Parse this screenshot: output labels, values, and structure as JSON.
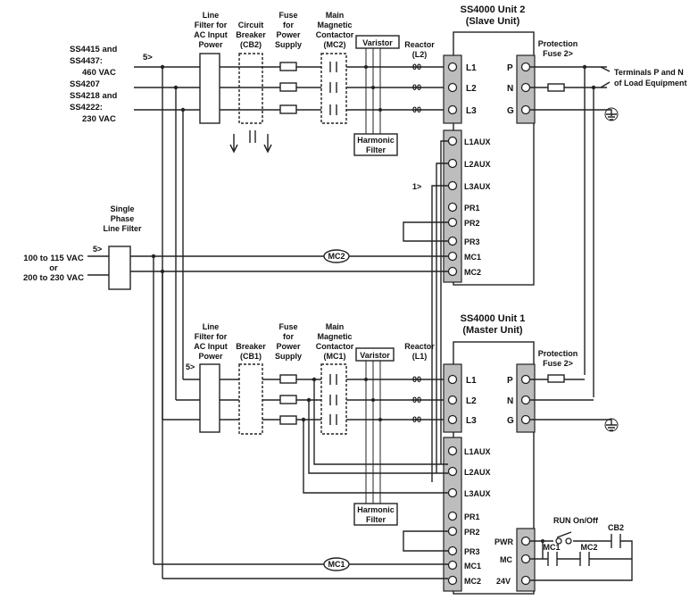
{
  "titles": {
    "unit2": [
      "SS4000 Unit 2",
      "(Slave Unit)"
    ],
    "unit1": [
      "SS4000 Unit 1",
      "(Master Unit)"
    ]
  },
  "labels": {
    "line_filter": [
      "Line",
      "Filter for",
      "AC Input",
      "Power"
    ],
    "circuit_breaker": [
      "Circuit",
      "Breaker",
      "(CB2)"
    ],
    "breaker": [
      "Breaker",
      "(CB1)"
    ],
    "fuse_power": [
      "Fuse",
      "for",
      "Power",
      "Supply"
    ],
    "main_contactor_2": [
      "Main",
      "Magnetic",
      "Contactor",
      "(MC2)"
    ],
    "main_contactor_1": [
      "Main",
      "Magnetic",
      "Contactor",
      "(MC1)"
    ],
    "varistor": "Varistor",
    "reactor_2": [
      "Reactor",
      "(L2)"
    ],
    "reactor_1": [
      "Reactor",
      "(L1)"
    ],
    "harmonic_filter": [
      "Harmonic",
      "Filter"
    ],
    "protection_fuse": [
      "Protection",
      "Fuse  2>"
    ],
    "terminals_pn": [
      "Terminals P and N",
      "of Load Equipment"
    ],
    "single_phase": [
      "Single",
      "Phase",
      "Line Filter"
    ],
    "voltage_block": [
      "SS4415 and",
      "SS4437:",
      "460 VAC",
      "SS4207",
      "SS4218 and",
      "SS4222:",
      "230 VAC"
    ],
    "ac_low": [
      "100 to 115 VAC",
      "or",
      "200 to 230 VAC"
    ],
    "note5": "5>",
    "note1": "1>",
    "mc1": "MC1",
    "mc2": "MC2",
    "run_onoff": "RUN On/Off",
    "cb2": "CB2",
    "coil_mc1": "MC1",
    "coil_mc2": "MC2",
    "reactor_symbol": "00"
  },
  "terminals": {
    "main": [
      "L1",
      "L2",
      "L3"
    ],
    "aux": [
      "L1AUX",
      "L2AUX",
      "L3AUX"
    ],
    "ctrl": [
      "PR1",
      "PR2",
      "PR3",
      "MC1",
      "MC2"
    ],
    "output": [
      "P",
      "N",
      "G"
    ],
    "master_ctrl": [
      "PWR",
      "MC",
      "24V"
    ]
  }
}
